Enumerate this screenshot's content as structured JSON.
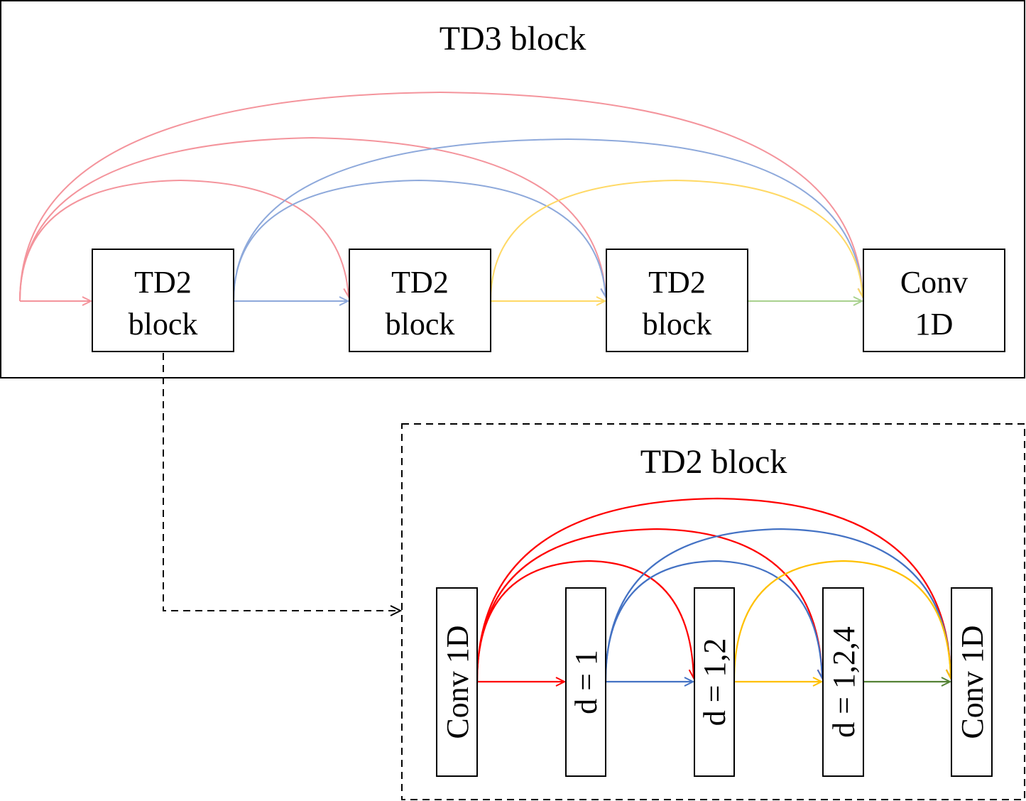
{
  "td3": {
    "title": "TD3 block",
    "blocks": [
      {
        "line1": "TD2",
        "line2": "block"
      },
      {
        "line1": "TD2",
        "line2": "block"
      },
      {
        "line1": "TD2",
        "line2": "block"
      },
      {
        "line1": "Conv",
        "line2": "1D"
      }
    ]
  },
  "td2": {
    "title": "TD2 block",
    "blocks": [
      "Conv 1D",
      "d = 1",
      "d = 1,2",
      "d = 1,2,4",
      "Conv 1D"
    ]
  },
  "colors": {
    "td3_red": "#f4949c",
    "td3_blue": "#8ea9db",
    "td3_yellow": "#ffd966",
    "td3_green": "#a9d18e",
    "td2_red": "#ff0000",
    "td2_blue": "#4472c4",
    "td2_yellow": "#ffc000",
    "td2_green": "#548235"
  }
}
